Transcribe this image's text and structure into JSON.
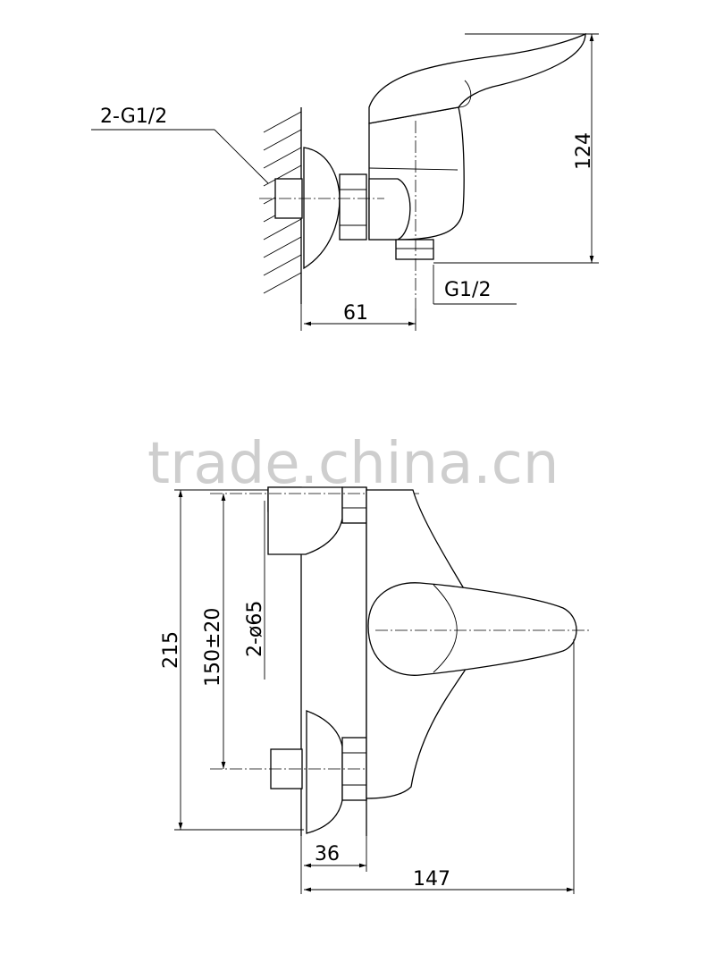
{
  "side_view": {
    "inlet_thread": "2-G1/2",
    "height": "124",
    "outlet_thread": "G1/2",
    "projection": "61"
  },
  "front_view": {
    "total_height": "215",
    "centre_distance": "150±20",
    "flange_diameter": "2-ø65",
    "depth": "36",
    "total_length": "147"
  },
  "watermark": "trade.china.cn"
}
